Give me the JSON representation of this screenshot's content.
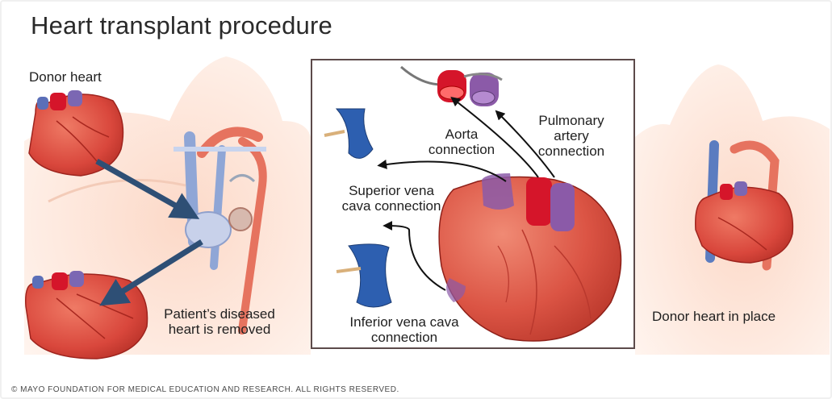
{
  "title": "Heart transplant procedure",
  "labels": {
    "donor_heart": "Donor heart",
    "patient_line1": "Patient’s diseased",
    "patient_line2": "heart is removed",
    "in_place": "Donor heart in place",
    "aorta_line1": "Aorta",
    "aorta_line2": "connection",
    "pulmonary_line1": "Pulmonary",
    "pulmonary_line2": "artery",
    "pulmonary_line3": "connection",
    "svc_line1": "Superior vena",
    "svc_line2": "cava connection",
    "ivc_line1": "Inferior vena cava",
    "ivc_line2": "connection"
  },
  "copyright": "© MAYO FOUNDATION FOR MEDICAL EDUCATION AND RESEARCH. ALL RIGHTS RESERVED.",
  "colors": {
    "heart": "#d9473c",
    "heart_dark": "#b42a24",
    "aorta": "#d5152a",
    "vein": "#2d5fb0",
    "pulmonary": "#8b5aa8",
    "skin": "#fbe7dc",
    "arrow": "#2e4f75"
  },
  "icons": [
    "donor-heart-illustration",
    "diseased-heart-illustration",
    "chest-illustration",
    "transplanted-heart-illustration"
  ]
}
